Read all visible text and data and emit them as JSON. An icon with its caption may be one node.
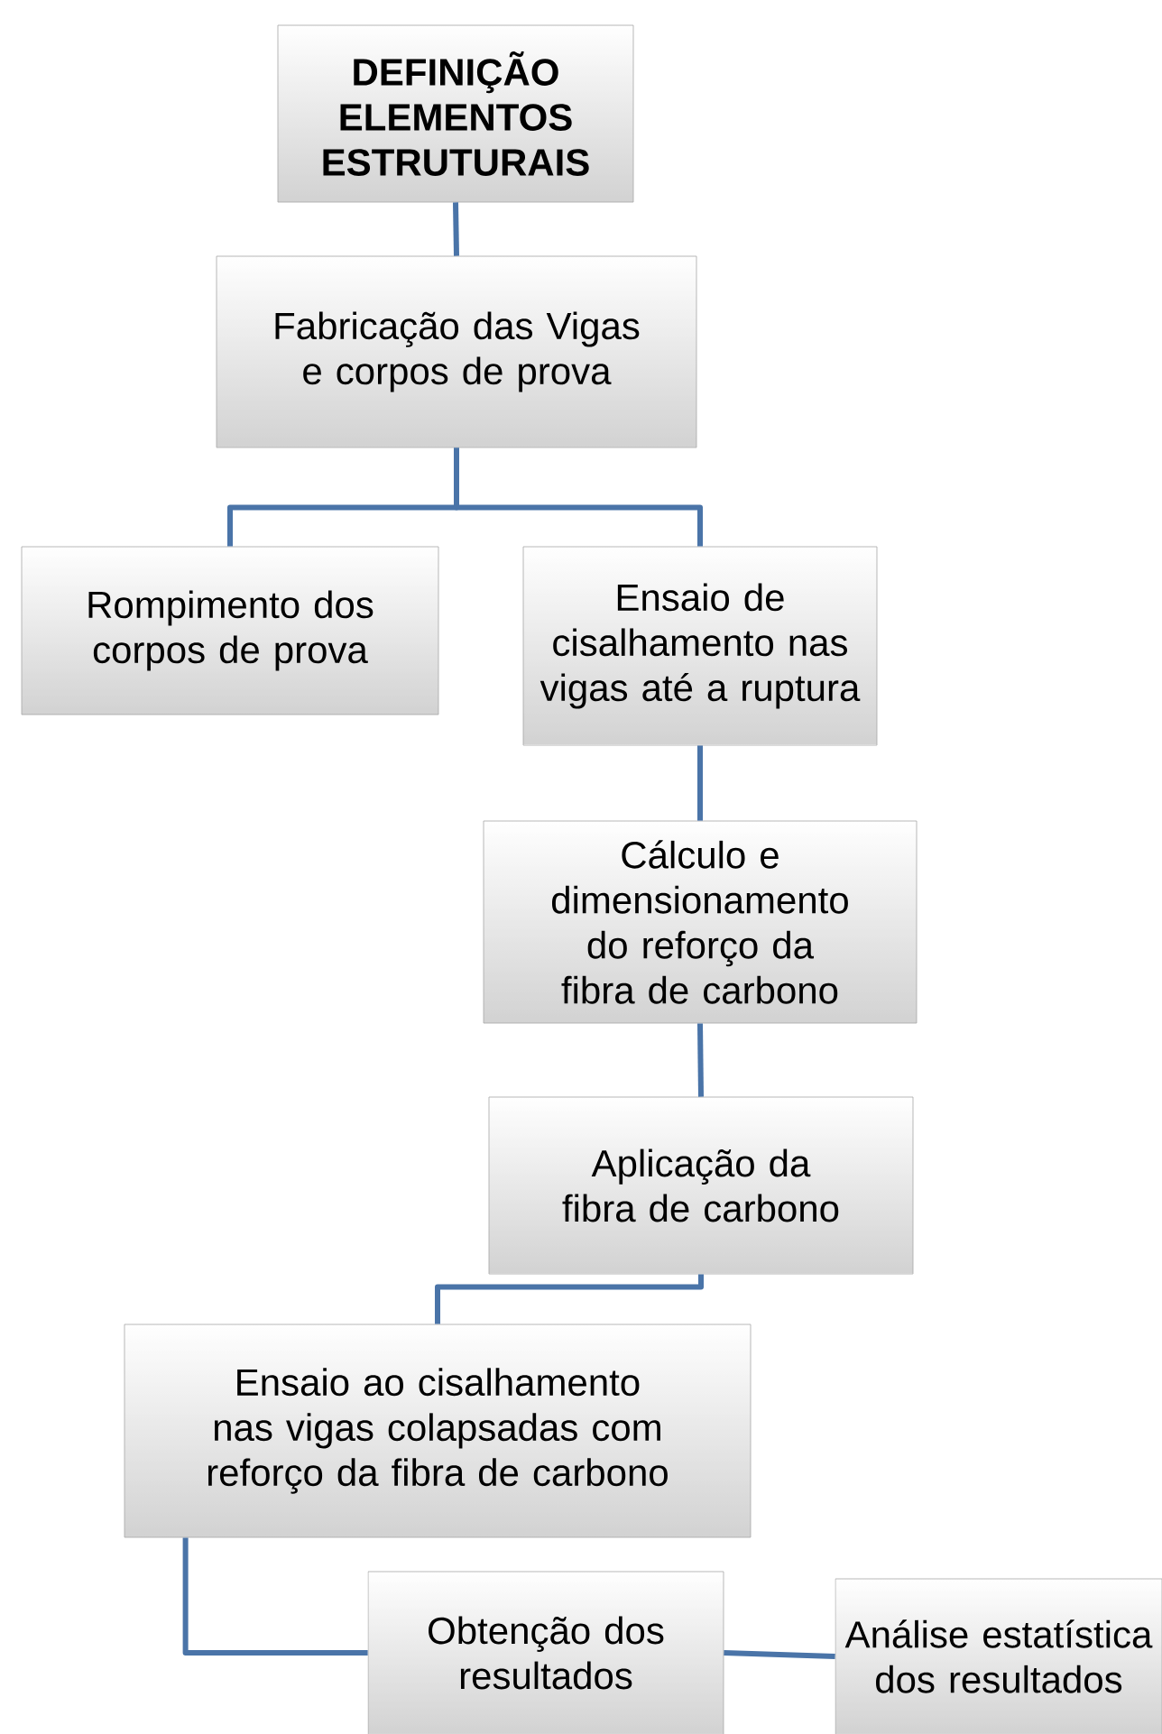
{
  "diagram": {
    "nodes": [
      {
        "text": [
          "DEFINIÇÃO ELEMENTOS ESTRUTURAIS"
        ]
      },
      {
        "text": [
          "Fabricação das Vigas e corpos de prova"
        ]
      },
      {
        "text": [
          "Rompimento dos corpos de prova"
        ]
      },
      {
        "text": [
          "Ensaio de cisalhamento nas vigas até a ruptura"
        ]
      },
      {
        "text": [
          "Cálculo e dimensionamento do reforço da fibra de carbono"
        ]
      },
      {
        "text": [
          "Aplicação da fibra de carbono"
        ]
      },
      {
        "text": [
          "Ensaio ao cisalhamento nas vigas colapsadas com reforço da fibra de carbono"
        ]
      },
      {
        "text": [
          "Obtenção dos resultados"
        ]
      },
      {
        "text": [
          "Análise estatística dos resultados"
        ]
      }
    ],
    "edges": [
      {
        "from": 0,
        "to": 1,
        "arrow": "none"
      },
      {
        "from": 1,
        "to": 2,
        "arrow": "none"
      },
      {
        "from": 1,
        "to": 3,
        "arrow": "none"
      },
      {
        "from": 3,
        "to": 4,
        "arrow": "none"
      },
      {
        "from": 4,
        "to": 5,
        "arrow": "none"
      },
      {
        "from": 5,
        "to": 6,
        "arrow": "none"
      },
      {
        "from": 6,
        "to": 7,
        "arrow": "none"
      },
      {
        "from": 7,
        "to": 8,
        "arrow": "none"
      }
    ]
  }
}
